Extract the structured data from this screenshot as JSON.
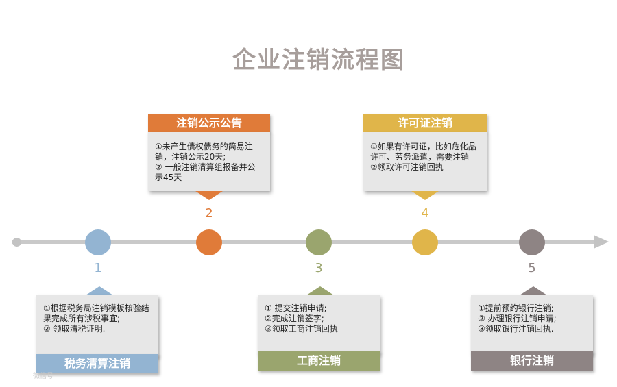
{
  "title": "企业注销流程图",
  "steps": [
    {
      "number": "1",
      "label": "税务清算注销",
      "text": "①根据税务局注销模板核验结\n果完成所有涉税事宜;\n② 领取清税证明.",
      "color": "#93b4d2"
    },
    {
      "number": "2",
      "label": "注销公示公告",
      "text": "①未产生债权债务的简易注\n销，注销公示20天;\n② 一般注销清算组报备并公\n示45天",
      "color": "#e07b39"
    },
    {
      "number": "3",
      "label": "工商注销",
      "text": "① 提交注销申请;\n②完成注销签字;\n③领取工商注销回执",
      "color": "#9aa56e"
    },
    {
      "number": "4",
      "label": "许可证注销",
      "text": "①如果有许可证，比如危化品\n许可、劳务派遣，需要注销\n②领取许可注销回执",
      "color": "#e0b54a"
    },
    {
      "number": "5",
      "label": "银行注销",
      "text": "①提前预约银行注销;\n② 办理银行注销申请;\n③领取银行注销回执.",
      "color": "#8e8484"
    }
  ],
  "watermark": "微信号"
}
